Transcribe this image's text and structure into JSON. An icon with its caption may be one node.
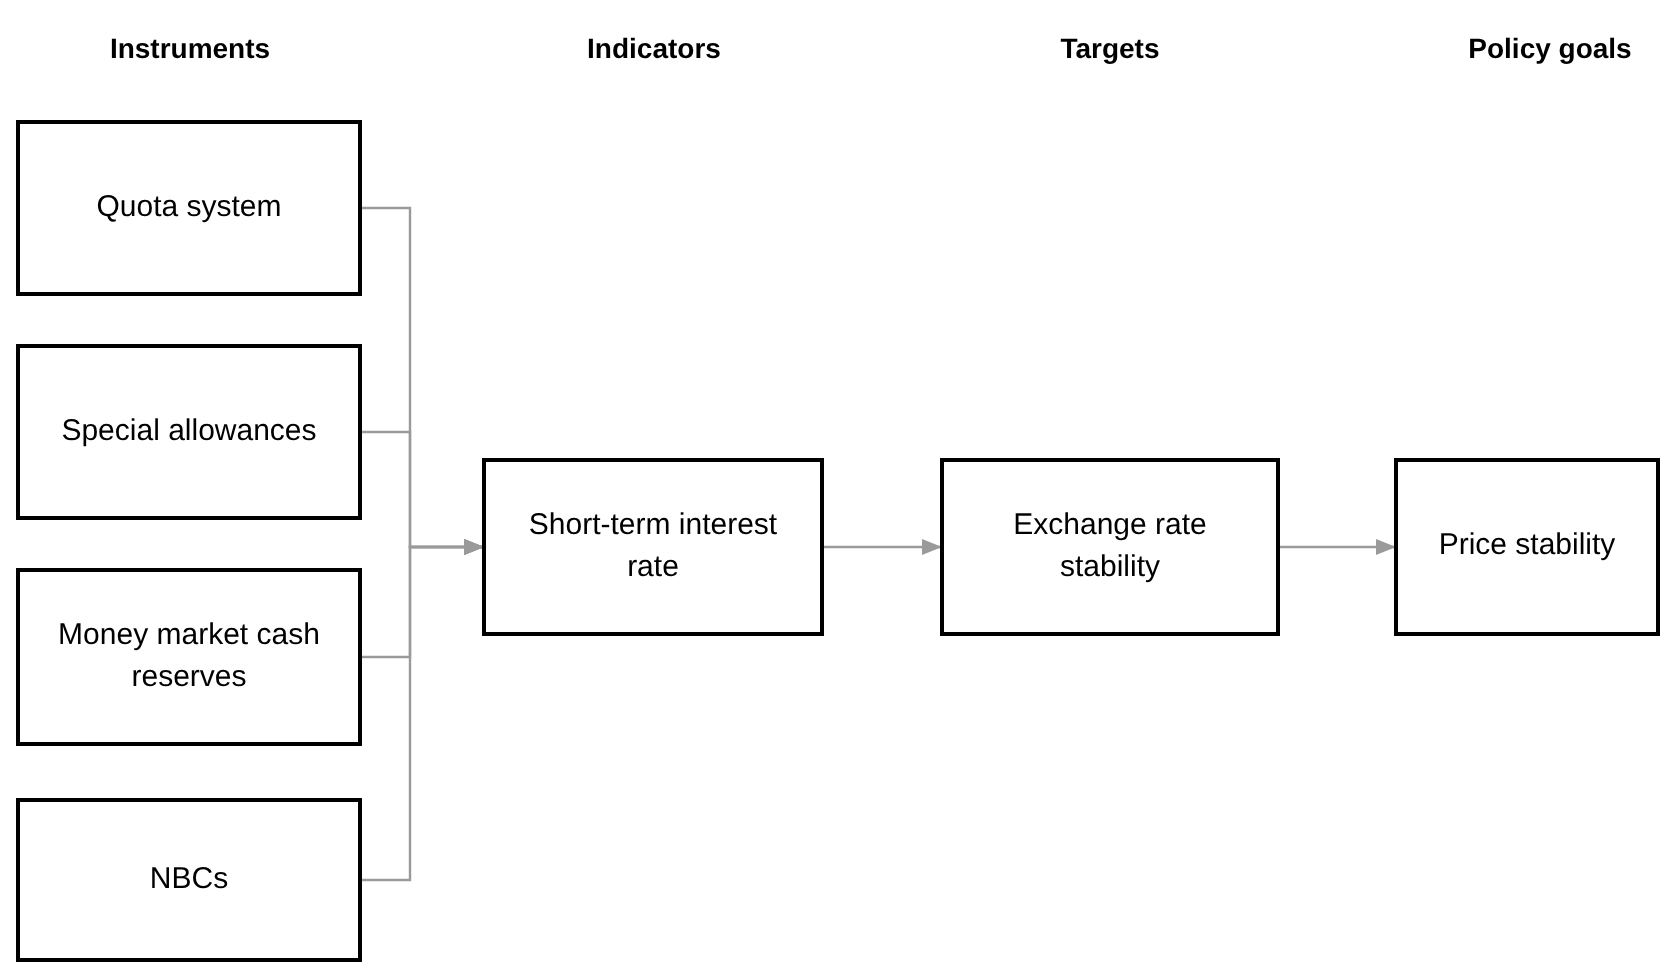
{
  "diagram": {
    "nodes": [
      {
        "text": [
          "Quota system"
        ]
      },
      {
        "text": [
          "Special allowances"
        ]
      },
      {
        "text": [
          "Money market cash reserves"
        ]
      },
      {
        "text": [
          "NBCs"
        ]
      },
      {
        "text": [
          "Short-term interest rate"
        ]
      },
      {
        "text": [
          "Exchange rate stability"
        ]
      },
      {
        "text": [
          "Price stability"
        ]
      }
    ],
    "edges": [
      {
        "from": 0,
        "to": 4,
        "arrow": "to"
      },
      {
        "from": 1,
        "to": 4,
        "arrow": "to"
      },
      {
        "from": 2,
        "to": 4,
        "arrow": "to"
      },
      {
        "from": 3,
        "to": 4,
        "arrow": "to"
      },
      {
        "from": 4,
        "to": 5,
        "arrow": "to"
      },
      {
        "from": 5,
        "to": 6,
        "arrow": "to"
      }
    ],
    "labels": [
      "Instruments",
      "Indicators",
      "Targets",
      "Policy goals"
    ]
  }
}
